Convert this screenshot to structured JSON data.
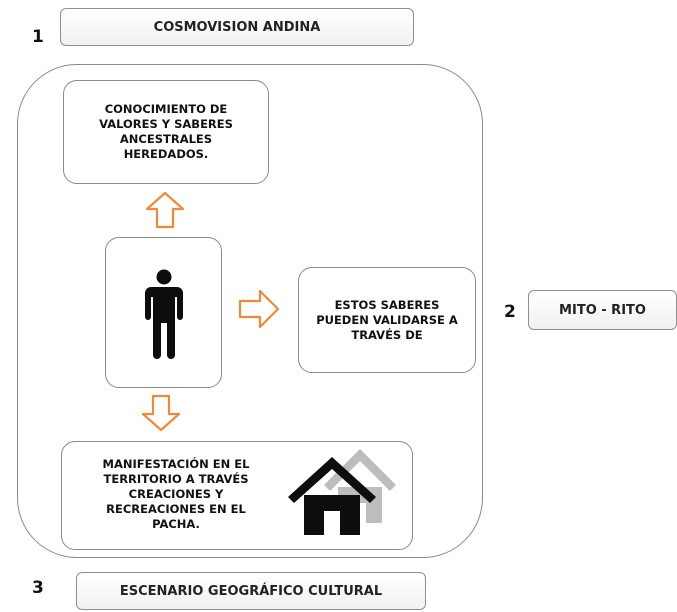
{
  "labels": {
    "num1": "1",
    "title": "COSMOVISION ANDINA",
    "num2": "2",
    "mito_rito": "MITO - RITO",
    "num3": "3",
    "escenario": "ESCENARIO GEOGRÁFICO CULTURAL"
  },
  "boxes": {
    "top": "CONOCIMIENTO DE VALORES Y SABERES ANCESTRALES HEREDADOS.",
    "right": "ESTOS SABERES PUEDEN VALIDARSE A TRAVÉS DE",
    "bottom": "MANIFESTACIÓN EN EL TERRITORIO A TRAVÉS CREACIONES Y RECREACIONES EN EL PACHA."
  },
  "icons": {
    "person": "person-icon",
    "house": "house-icon",
    "arrows": [
      "arrow-up-icon",
      "arrow-right-icon",
      "arrow-down-icon"
    ]
  },
  "colors": {
    "arrow": "#f08a3a",
    "border": "#8a8a8a",
    "icon": "#0d0d0d",
    "house_shadow": "#bdbdbd"
  }
}
